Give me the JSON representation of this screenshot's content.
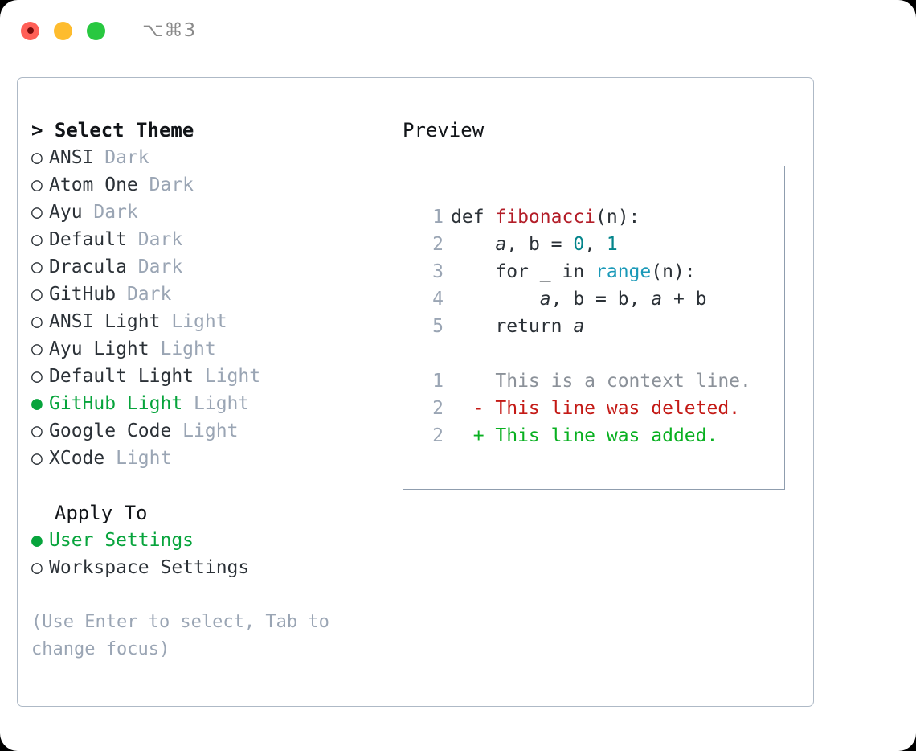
{
  "window": {
    "shortcut": "⌥⌘3",
    "lights": [
      {
        "name": "close",
        "color": "#ff5f57"
      },
      {
        "name": "minimize",
        "color": "#febc2e"
      },
      {
        "name": "maximize",
        "color": "#28c840"
      }
    ]
  },
  "theme_section": {
    "header": "> Select Theme",
    "focused": true,
    "options": [
      {
        "bullet": "○",
        "label": "ANSI",
        "suffix": " Dark",
        "selected": false
      },
      {
        "bullet": "○",
        "label": "Atom One",
        "suffix": " Dark",
        "selected": false
      },
      {
        "bullet": "○",
        "label": "Ayu",
        "suffix": " Dark",
        "selected": false
      },
      {
        "bullet": "○",
        "label": "Default",
        "suffix": " Dark",
        "selected": false
      },
      {
        "bullet": "○",
        "label": "Dracula",
        "suffix": " Dark",
        "selected": false
      },
      {
        "bullet": "○",
        "label": "GitHub",
        "suffix": " Dark",
        "selected": false
      },
      {
        "bullet": "○",
        "label": "ANSI Light",
        "suffix": " Light",
        "selected": false
      },
      {
        "bullet": "○",
        "label": "Ayu Light",
        "suffix": " Light",
        "selected": false
      },
      {
        "bullet": "○",
        "label": "Default Light",
        "suffix": " Light",
        "selected": false
      },
      {
        "bullet": "●",
        "label": "GitHub Light",
        "suffix": " Light",
        "selected": true
      },
      {
        "bullet": "○",
        "label": "Google Code",
        "suffix": " Light",
        "selected": false
      },
      {
        "bullet": "○",
        "label": "XCode",
        "suffix": " Light",
        "selected": false
      }
    ]
  },
  "apply_section": {
    "header": "  Apply To",
    "options": [
      {
        "bullet": "●",
        "label": "User Settings",
        "selected": true
      },
      {
        "bullet": "○",
        "label": "Workspace Settings",
        "selected": false
      }
    ]
  },
  "hint": "(Use Enter to select, Tab to change focus)",
  "preview": {
    "title": "Preview",
    "code_lines": [
      {
        "num": "1",
        "segments": [
          {
            "text": "def ",
            "cls": ""
          },
          {
            "text": "fibonacci",
            "cls": "tok-fn"
          },
          {
            "text": "(n):",
            "cls": ""
          }
        ]
      },
      {
        "num": "2",
        "segments": [
          {
            "text": "    ",
            "cls": ""
          },
          {
            "text": "a",
            "cls": "tok-var"
          },
          {
            "text": ", b = ",
            "cls": ""
          },
          {
            "text": "0",
            "cls": "tok-num"
          },
          {
            "text": ", ",
            "cls": ""
          },
          {
            "text": "1",
            "cls": "tok-num"
          }
        ]
      },
      {
        "num": "3",
        "segments": [
          {
            "text": "    for _ in ",
            "cls": ""
          },
          {
            "text": "range",
            "cls": "tok-call"
          },
          {
            "text": "(n):",
            "cls": ""
          }
        ]
      },
      {
        "num": "4",
        "segments": [
          {
            "text": "        ",
            "cls": ""
          },
          {
            "text": "a",
            "cls": "tok-var"
          },
          {
            "text": ", b = b, ",
            "cls": ""
          },
          {
            "text": "a",
            "cls": "tok-var"
          },
          {
            "text": " + b",
            "cls": ""
          }
        ]
      },
      {
        "num": "5",
        "segments": [
          {
            "text": "    return ",
            "cls": ""
          },
          {
            "text": "a",
            "cls": "tok-var"
          }
        ]
      }
    ],
    "diff_lines": [
      {
        "num": "1",
        "marker": "  ",
        "text": "This is a context line.",
        "kind": "diff-ctx"
      },
      {
        "num": "2",
        "marker": "- ",
        "text": "This line was deleted.",
        "kind": "diff-del"
      },
      {
        "num": "2",
        "marker": "+ ",
        "text": "This line was added.",
        "kind": "diff-add"
      }
    ]
  },
  "colors": {
    "accent_green": "#07a43c",
    "muted": "#9aa5b4",
    "border": "#aeb9c6",
    "preview_border": "#8f9dae",
    "diff_add": "#09b021",
    "diff_del": "#c41a16"
  }
}
